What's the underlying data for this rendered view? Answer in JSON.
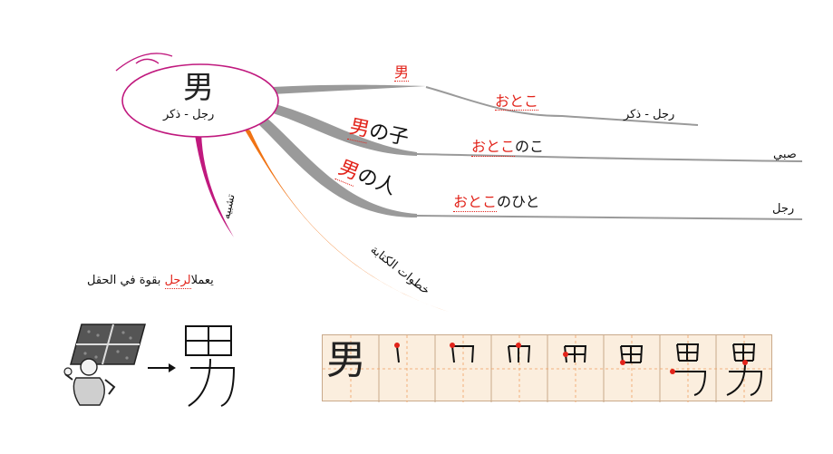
{
  "central": {
    "kanji": "男",
    "meaning": "رجل - ذكر"
  },
  "branches": [
    {
      "word": "男",
      "reading": "おとこ",
      "meaning": "رجل - ذكر"
    },
    {
      "word_kanji": "男",
      "word_rest": "の子",
      "reading_red": "おとこ",
      "reading_black": "のこ",
      "meaning": "صبي"
    },
    {
      "word_kanji": "男",
      "word_rest": "の人",
      "reading_red": "おとこ",
      "reading_black": "のひと",
      "meaning": "رجل"
    }
  ],
  "side_branches": {
    "magenta_label": "تشبيه",
    "orange_label": "خطوات الكتابة"
  },
  "sentence": {
    "part1": "يعمل",
    "red": "الرجل",
    "part2": " بقوة في الحقل"
  },
  "stroke_order": {
    "cells": [
      "男",
      "",
      "",
      "",
      "",
      "",
      "",
      "男"
    ],
    "count": 8
  },
  "colors": {
    "accent_red": "#e2231a",
    "magenta": "#c0197e",
    "orange": "#f07314",
    "gray_branch": "#9a9a9a"
  }
}
